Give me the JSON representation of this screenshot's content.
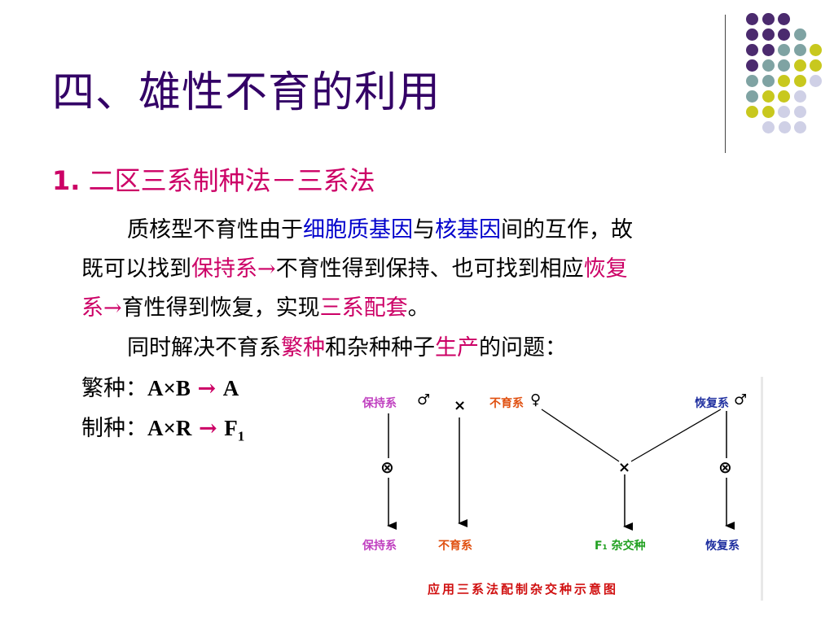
{
  "slide": {
    "title": "四、雄性不育的利用",
    "subtitle_num": "1.",
    "subtitle_text": "二区三系制种法－三系法"
  },
  "paragraph1": {
    "p1": "质核型不育性由于",
    "b1": "细胞质基因",
    "p2": "与",
    "b2": "核基因",
    "p3": "间的互作，故",
    "p4": "既可以找到",
    "r1": "保持系→",
    "p5": "不育性得到保持、也可找到相应",
    "r2": "恢复",
    "r3": "系→",
    "p6": "育性得到恢复，实现",
    "r4": "三系配套",
    "p7": "。"
  },
  "paragraph2": {
    "p1": "同时解决不育系",
    "r1": "繁种",
    "p2": "和杂种种子",
    "r2": "生产",
    "p3": "的问题："
  },
  "formulas": [
    {
      "label": "繁种：",
      "left": "A×B",
      "arrow": "→",
      "right": "A",
      "sub": ""
    },
    {
      "label": "制种：",
      "left": "A×R",
      "arrow": "→",
      "right": "F",
      "sub": "1"
    }
  ],
  "diagram": {
    "top_labels": {
      "maintainer": "保持系",
      "sterile": "不育系",
      "restorer": "恢复系"
    },
    "symbols": {
      "male": "♂",
      "female": "♀",
      "cross": "×",
      "self": "⊗"
    },
    "bottom_labels": {
      "maintainer": "保持系",
      "sterile": "不育系",
      "hybrid": "F₁ 杂交种",
      "restorer": "恢复系"
    },
    "caption": "应用三系法配制杂交种示意图",
    "colors": {
      "maintainer": "#c040c0",
      "sterile": "#e05010",
      "hybrid": "#20a020",
      "restorer": "#2030a0",
      "caption": "#d01010"
    }
  },
  "decoration": {
    "dot_colors": {
      "purple": "#4b2a6e",
      "teal": "#7fa3a3",
      "olive": "#c8c81e",
      "lavender": "#cfd0e6"
    }
  }
}
